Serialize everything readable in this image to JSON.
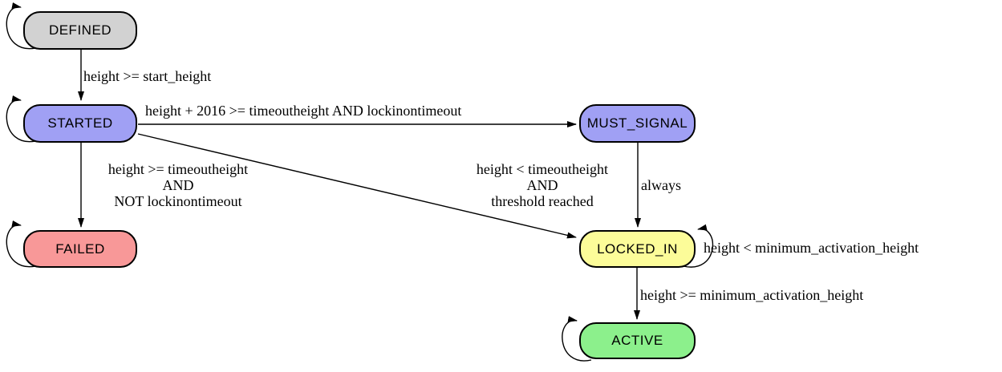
{
  "diagram": {
    "type": "state-machine",
    "nodes": {
      "defined": {
        "label": "DEFINED",
        "fill": "#d2d2d2",
        "has_self_loop": true
      },
      "started": {
        "label": "STARTED",
        "fill": "#a0a0f4",
        "has_self_loop": true
      },
      "failed": {
        "label": "FAILED",
        "fill": "#f89898",
        "has_self_loop": true
      },
      "must_signal": {
        "label": "MUST_SIGNAL",
        "fill": "#a0a0f4",
        "has_self_loop": false
      },
      "locked_in": {
        "label": "LOCKED_IN",
        "fill": "#fcfc99",
        "has_self_loop": true
      },
      "active": {
        "label": "ACTIVE",
        "fill": "#8cf08c",
        "has_self_loop": true
      }
    },
    "edges": {
      "defined_to_started": {
        "from": "DEFINED",
        "to": "STARTED",
        "label": "height >= start_height"
      },
      "started_to_must_signal": {
        "from": "STARTED",
        "to": "MUST_SIGNAL",
        "label": "height + 2016 >= timeoutheight AND lockinontimeout"
      },
      "started_to_failed": {
        "from": "STARTED",
        "to": "FAILED",
        "lines": [
          "height >= timeoutheight",
          "AND",
          "NOT lockinontimeout"
        ]
      },
      "started_to_locked_in": {
        "from": "STARTED",
        "to": "LOCKED_IN",
        "lines": [
          "height < timeoutheight",
          "AND",
          "threshold reached"
        ]
      },
      "must_signal_to_locked_in": {
        "from": "MUST_SIGNAL",
        "to": "LOCKED_IN",
        "label": "always"
      },
      "locked_in_self_loop": {
        "from": "LOCKED_IN",
        "to": "LOCKED_IN",
        "label": "height < minimum_activation_height"
      },
      "locked_in_to_active": {
        "from": "LOCKED_IN",
        "to": "ACTIVE",
        "label": "height >= minimum_activation_height"
      }
    },
    "colors": {
      "background": "#ffffff",
      "node_border": "#000000",
      "edge_stroke": "#000000",
      "label_text": "#000000"
    }
  }
}
